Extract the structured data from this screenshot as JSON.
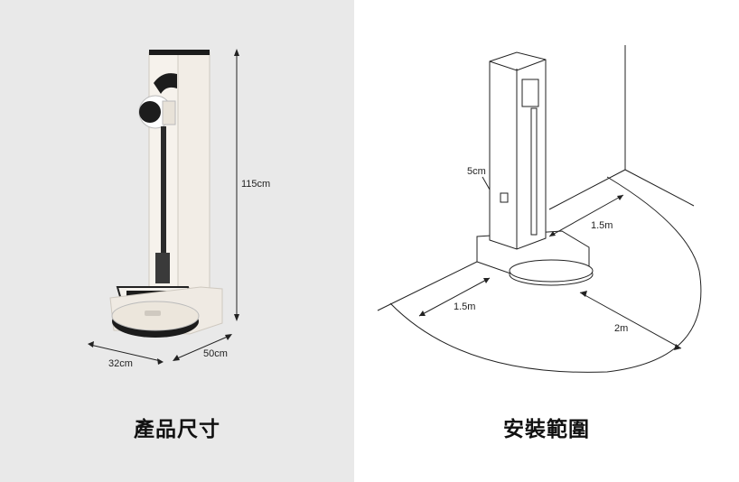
{
  "left_panel": {
    "caption": "產品尺寸",
    "dimensions": {
      "height": "115cm",
      "depth": "50cm",
      "width": "32cm"
    }
  },
  "right_panel": {
    "caption": "安裝範圍",
    "dimensions": {
      "rear_gap": "5cm",
      "side_right": "1.5m",
      "side_left": "1.5m",
      "front": "2m"
    }
  },
  "colors": {
    "left_background": "#e9e9e9",
    "product_body": "#f2ede6",
    "product_dark": "#1c1c1c"
  }
}
